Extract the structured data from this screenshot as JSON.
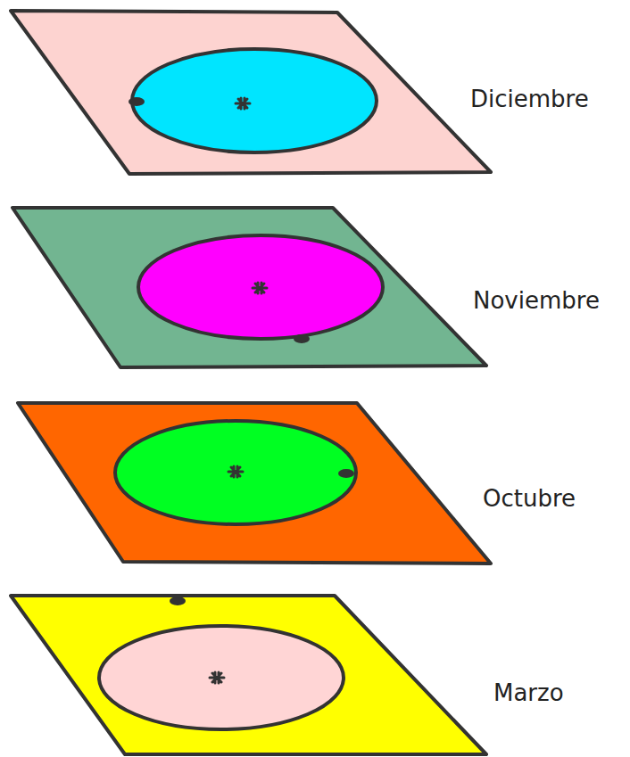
{
  "diagram": {
    "labels": [
      "Diciembre",
      "Noviembre",
      "Octubre",
      "Marzo"
    ]
  }
}
